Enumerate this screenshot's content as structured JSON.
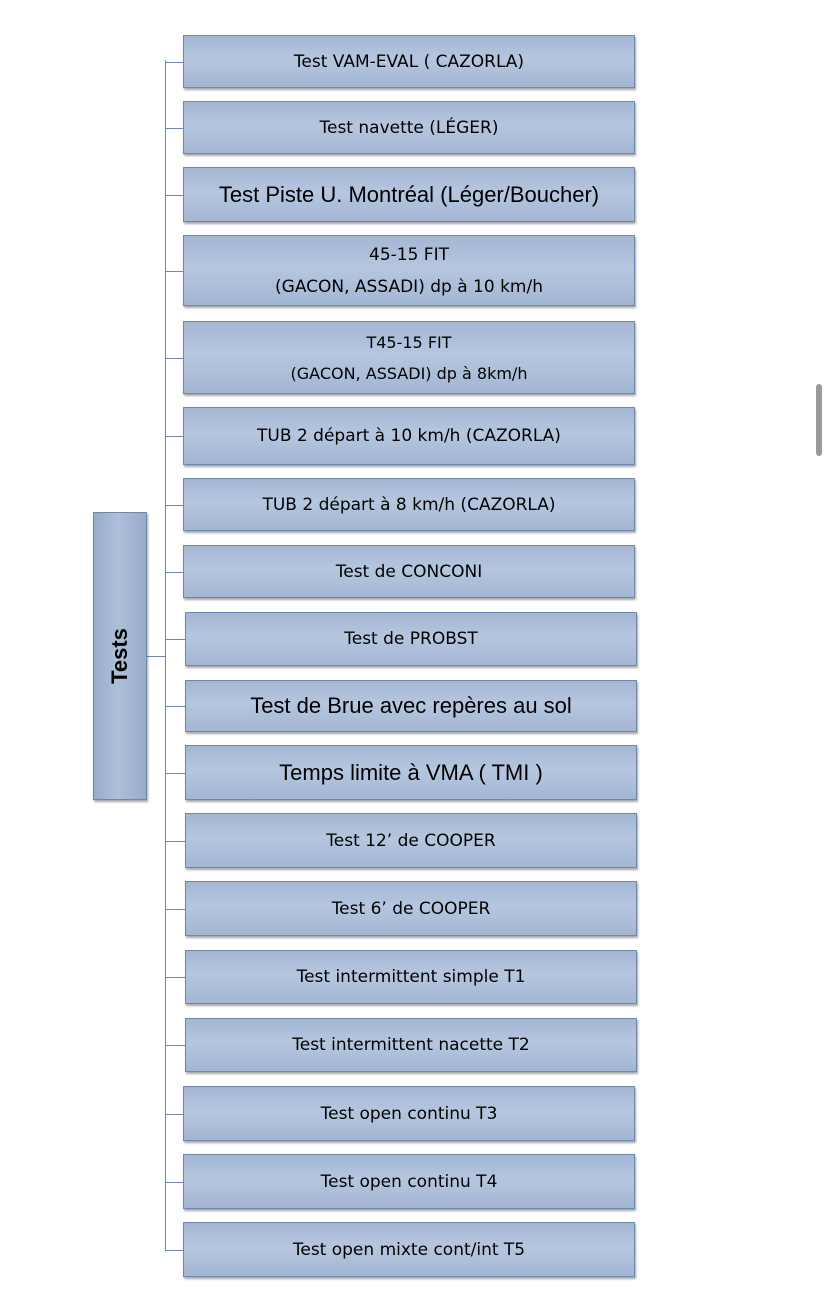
{
  "root": {
    "label": "Tests"
  },
  "children": [
    {
      "lines": [
        "Test VAM-EVAL   ( CAZORLA)"
      ]
    },
    {
      "lines": [
        "Test navette (LÉGER)"
      ]
    },
    {
      "lines": [
        "Test Piste U. Montréal  (Léger/Boucher)"
      ]
    },
    {
      "lines": [
        "45-15 FIT",
        "(GACON, ASSADI) dp à 10 km/h"
      ]
    },
    {
      "lines": [
        "T45-15 FIT",
        "(GACON, ASSADI) dp à 8km/h"
      ]
    },
    {
      "lines": [
        "TUB 2 départ à 10 km/h  (CAZORLA)"
      ]
    },
    {
      "lines": [
        "TUB 2 départ à 8 km/h (CAZORLA)"
      ]
    },
    {
      "lines": [
        "Test de CONCONI"
      ]
    },
    {
      "lines": [
        "Test de PROBST"
      ]
    },
    {
      "lines": [
        "Test de Brue avec repères au sol"
      ]
    },
    {
      "lines": [
        "Temps limite à VMA ( TMI )"
      ]
    },
    {
      "lines": [
        "Test 12’ de COOPER"
      ]
    },
    {
      "lines": [
        "Test 6’ de COOPER"
      ]
    },
    {
      "lines": [
        "Test intermittent simple T1"
      ]
    },
    {
      "lines": [
        "Test intermittent nacette T2"
      ]
    },
    {
      "lines": [
        "Test open continu T3"
      ]
    },
    {
      "lines": [
        "Test open continu T4"
      ]
    },
    {
      "lines": [
        "Test open mixte cont/int T5"
      ]
    }
  ]
}
